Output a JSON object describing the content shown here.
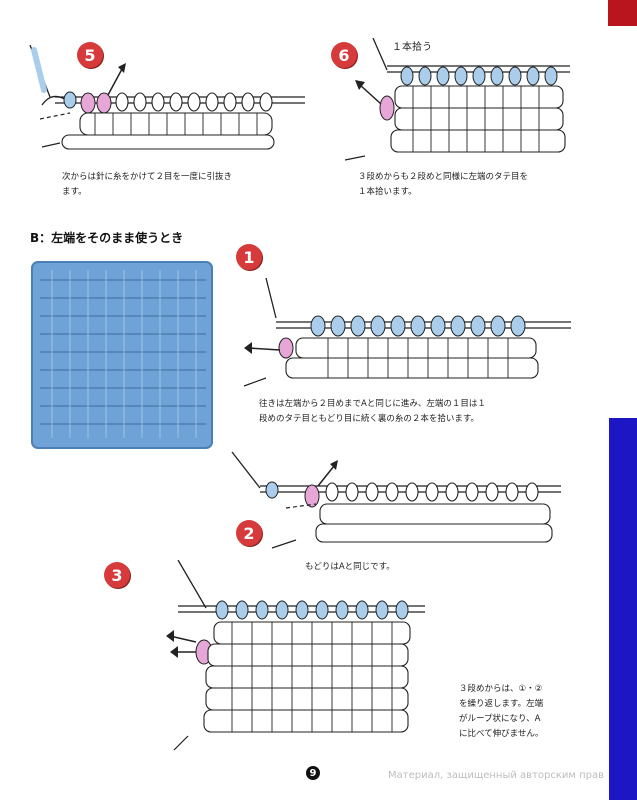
{
  "steps": {
    "s5": {
      "badge": "5",
      "caption_lines": [
        "次からは針に糸をかけて２目を一度に引抜き",
        "ます。"
      ]
    },
    "s6": {
      "badge": "6",
      "label": "１本拾う",
      "caption_lines": [
        "３段めからも２段めと同様に左端のタテ目を",
        "１本拾います。"
      ]
    },
    "b1": {
      "badge": "1",
      "caption_lines": [
        "往きは左端から２目めまでAと同じに進み、左端の１目は１",
        "段めのタテ目ともどり目に続く裏の糸の２本を拾います。"
      ]
    },
    "b2": {
      "badge": "2",
      "caption_lines": [
        "もどりはAと同じです。"
      ]
    },
    "b3": {
      "badge": "3",
      "caption_lines": [
        "３段めからは、①・②",
        "を繰り返します。左端",
        "がループ状になり、A",
        "に比べて伸びません。"
      ]
    }
  },
  "section_b": {
    "heading": "B：左端をそのまま使うとき"
  },
  "footer": {
    "page_number": "9",
    "watermark": "Материал, защищенный авторским прав"
  },
  "colors": {
    "accent_red": "#d63a3a",
    "tab_red": "#b8151f",
    "tab_blue": "#1c16c4",
    "yarn_blue": "#a9cdea",
    "yarn_pink": "#e7a6d8",
    "swatch": "#6fa2d6"
  }
}
